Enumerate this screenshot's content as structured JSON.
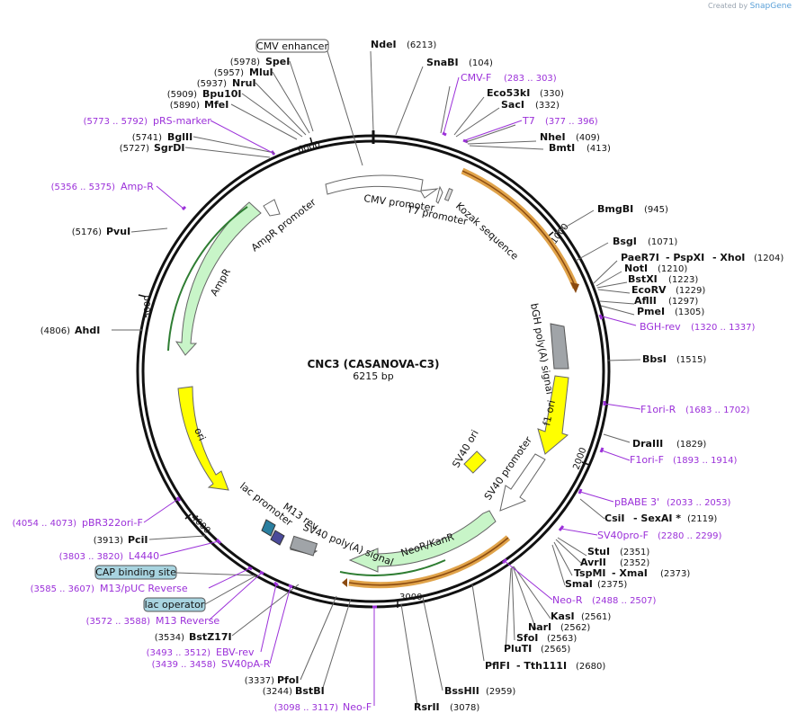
{
  "branding": {
    "created_by": "Created by",
    "app_name": "SnapGene"
  },
  "plasmid": {
    "name": "CNC3 (CASANOVA-C3)",
    "length_label": "6215 bp"
  },
  "ticks": [
    "1000",
    "2000",
    "3000",
    "4000",
    "5000",
    "6000"
  ],
  "sites": [
    {
      "name": "NdeI",
      "pos": "(6213)"
    },
    {
      "name": "SnaBI",
      "pos": "(104)"
    },
    {
      "name": "Eco53kI",
      "pos": "(330)"
    },
    {
      "name": "SacI",
      "pos": "(332)"
    },
    {
      "name": "NheI",
      "pos": "(409)"
    },
    {
      "name": "BmtI",
      "pos": "(413)"
    },
    {
      "name": "BmgBI",
      "pos": "(945)"
    },
    {
      "name": "BsgI",
      "pos": "(1071)"
    },
    {
      "name": "PaeR7I",
      "name2": "- PspXI",
      "name3": "- XhoI",
      "pos": "(1204)"
    },
    {
      "name": "NotI",
      "pos": "(1210)"
    },
    {
      "name": "BstXI",
      "pos": "(1223)"
    },
    {
      "name": "EcoRV",
      "pos": "(1229)"
    },
    {
      "name": "AflII",
      "pos": "(1297)"
    },
    {
      "name": "PmeI",
      "pos": "(1305)"
    },
    {
      "name": "BbsI",
      "pos": "(1515)"
    },
    {
      "name": "DraIII",
      "pos": "(1829)"
    },
    {
      "name": "CsiI",
      "name2": "- SexAI *",
      "pos": "(2119)"
    },
    {
      "name": "StuI",
      "pos": "(2351)"
    },
    {
      "name": "AvrII",
      "pos": "(2352)"
    },
    {
      "name": "TspMI",
      "name2": "- XmaI",
      "pos": "(2373)"
    },
    {
      "name": "SmaI",
      "pos": "(2375)"
    },
    {
      "name": "KasI",
      "pos": "(2561)"
    },
    {
      "name": "NarI",
      "pos": "(2562)"
    },
    {
      "name": "SfoI",
      "pos": "(2563)"
    },
    {
      "name": "PluTI",
      "pos": "(2565)"
    },
    {
      "name": "PflFI",
      "name2": "- Tth111I",
      "pos": "(2680)"
    },
    {
      "name": "BssHII",
      "pos": "(2959)"
    },
    {
      "name": "RsrII",
      "pos": "(3078)"
    },
    {
      "name": "BstBI",
      "pos": "(3244)"
    },
    {
      "name": "PfoI",
      "pos": "(3337)"
    },
    {
      "name": "BstZ17I",
      "pos": "(3534)"
    },
    {
      "name": "PciI",
      "pos": "(3913)"
    },
    {
      "name": "AhdI",
      "pos": "(4806)"
    },
    {
      "name": "PvuI",
      "pos": "(5176)"
    },
    {
      "name": "SgrDI",
      "pos": "(5727)"
    },
    {
      "name": "BglII",
      "pos": "(5741)"
    },
    {
      "name": "MfeI",
      "pos": "(5890)"
    },
    {
      "name": "Bpu10I",
      "pos": "(5909)"
    },
    {
      "name": "NruI",
      "pos": "(5937)"
    },
    {
      "name": "MluI",
      "pos": "(5957)"
    },
    {
      "name": "SpeI",
      "pos": "(5978)"
    }
  ],
  "primers": [
    {
      "name": "CMV-F",
      "pos": "(283 .. 303)"
    },
    {
      "name": "T7",
      "pos": "(377 .. 396)"
    },
    {
      "name": "BGH-rev",
      "pos": "(1320 .. 1337)"
    },
    {
      "name": "F1ori-R",
      "pos": "(1683 .. 1702)"
    },
    {
      "name": "F1ori-F",
      "pos": "(1893 .. 1914)"
    },
    {
      "name": "pBABE 3'",
      "pos": "(2033 .. 2053)"
    },
    {
      "name": "SV40pro-F",
      "pos": "(2280 .. 2299)"
    },
    {
      "name": "Neo-R",
      "pos": "(2488 .. 2507)"
    },
    {
      "name": "Neo-F",
      "pos": "(3098 .. 3117)"
    },
    {
      "name": "SV40pA-R",
      "pos": "(3439 .. 3458)"
    },
    {
      "name": "EBV-rev",
      "pos": "(3493 .. 3512)"
    },
    {
      "name": "M13 Reverse",
      "pos": "(3572 .. 3588)"
    },
    {
      "name": "M13/pUC Reverse",
      "pos": "(3585 .. 3607)"
    },
    {
      "name": "L4440",
      "pos": "(3803 .. 3820)"
    },
    {
      "name": "pBR322ori-F",
      "pos": "(4054 .. 4073)"
    },
    {
      "name": "Amp-R",
      "pos": "(5356 .. 5375)"
    },
    {
      "name": "pRS-marker",
      "pos": "(5773 .. 5792)"
    }
  ],
  "boxed_features": [
    "CMV enhancer",
    "CAP binding site",
    "lac operator"
  ],
  "features": [
    "CMV promoter",
    "T7 promoter",
    "Kozak sequence",
    "bGH poly(A) signal",
    "f1 ori",
    "SV40 ori",
    "SV40 promoter",
    "NeoR/KanR",
    "SV40 poly(A) signal",
    "M13 rev",
    "lac promoter",
    "ori",
    "AmpR",
    "AmpR promoter"
  ],
  "colors": {
    "purple": "#9b30d9",
    "orange": "#e0a34a",
    "green": "#c8f5c8",
    "yellow": "#ffff00",
    "gray": "#a0a4a8",
    "box_blue": "#a8d4e0"
  }
}
